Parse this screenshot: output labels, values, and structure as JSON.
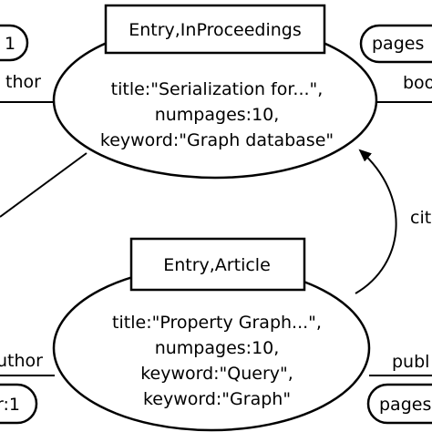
{
  "diagram": {
    "nodes": {
      "inproceedings": {
        "label": "Entry,InProceedings",
        "properties": [
          "title:\"Serialization for...\",",
          "numpages:10,",
          "keyword:\"Graph database\""
        ]
      },
      "article": {
        "label": "Entry,Article",
        "properties": [
          "title:\"Property Graph...\",",
          "numpages:10,",
          "keyword:\"Query\",",
          "keyword:\"Graph\""
        ]
      },
      "top_left_partial": {
        "text": "1"
      },
      "top_right_partial": {
        "text": "pages"
      },
      "bottom_left_partial": {
        "text": "r:1"
      },
      "bottom_right_partial": {
        "text": "pages"
      }
    },
    "edges": {
      "top_left_author": "thor",
      "top_right_book": "boo",
      "cites": "cit",
      "bottom_left_author": "uthor",
      "bottom_right_publ": "publ"
    }
  }
}
